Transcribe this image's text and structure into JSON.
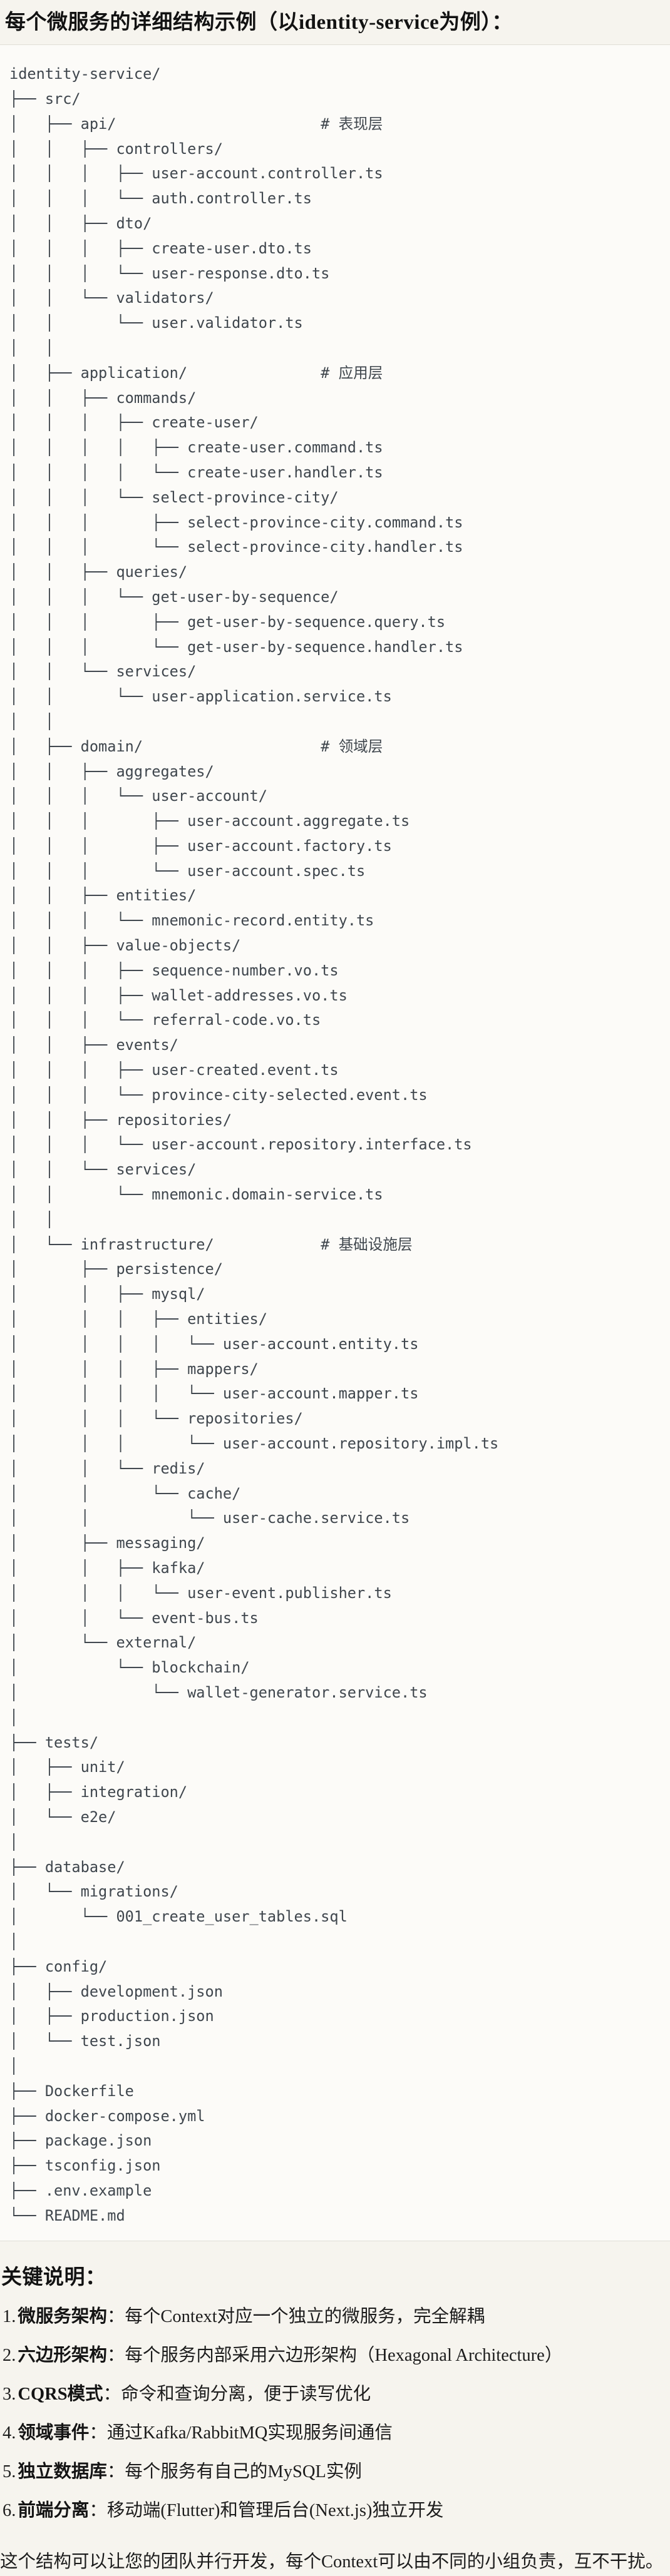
{
  "page": {
    "title": "每个微服务的详细结构示例（以identity-service为例）："
  },
  "colors": {
    "page_background": "#f6f4ee",
    "code_background": "#fcfbf8",
    "code_border": "#e0ded7",
    "code_text": "#3f464d",
    "body_text": "#1c1c1c"
  },
  "code_block": {
    "language": "text",
    "lines": [
      "identity-service/",
      "├── src/",
      "│   ├── api/                       # 表现层",
      "│   │   ├── controllers/",
      "│   │   │   ├── user-account.controller.ts",
      "│   │   │   └── auth.controller.ts",
      "│   │   ├── dto/",
      "│   │   │   ├── create-user.dto.ts",
      "│   │   │   └── user-response.dto.ts",
      "│   │   └── validators/",
      "│   │       └── user.validator.ts",
      "│   │",
      "│   ├── application/               # 应用层",
      "│   │   ├── commands/",
      "│   │   │   ├── create-user/",
      "│   │   │   │   ├── create-user.command.ts",
      "│   │   │   │   └── create-user.handler.ts",
      "│   │   │   └── select-province-city/",
      "│   │   │       ├── select-province-city.command.ts",
      "│   │   │       └── select-province-city.handler.ts",
      "│   │   ├── queries/",
      "│   │   │   └── get-user-by-sequence/",
      "│   │   │       ├── get-user-by-sequence.query.ts",
      "│   │   │       └── get-user-by-sequence.handler.ts",
      "│   │   └── services/",
      "│   │       └── user-application.service.ts",
      "│   │",
      "│   ├── domain/                    # 领域层",
      "│   │   ├── aggregates/",
      "│   │   │   └── user-account/",
      "│   │   │       ├── user-account.aggregate.ts",
      "│   │   │       ├── user-account.factory.ts",
      "│   │   │       └── user-account.spec.ts",
      "│   │   ├── entities/",
      "│   │   │   └── mnemonic-record.entity.ts",
      "│   │   ├── value-objects/",
      "│   │   │   ├── sequence-number.vo.ts",
      "│   │   │   ├── wallet-addresses.vo.ts",
      "│   │   │   └── referral-code.vo.ts",
      "│   │   ├── events/",
      "│   │   │   ├── user-created.event.ts",
      "│   │   │   └── province-city-selected.event.ts",
      "│   │   ├── repositories/",
      "│   │   │   └── user-account.repository.interface.ts",
      "│   │   └── services/",
      "│   │       └── mnemonic.domain-service.ts",
      "│   │",
      "│   └── infrastructure/            # 基础设施层",
      "│       ├── persistence/",
      "│       │   ├── mysql/",
      "│       │   │   ├── entities/",
      "│       │   │   │   └── user-account.entity.ts",
      "│       │   │   ├── mappers/",
      "│       │   │   │   └── user-account.mapper.ts",
      "│       │   │   └── repositories/",
      "│       │   │       └── user-account.repository.impl.ts",
      "│       │   └── redis/",
      "│       │       └── cache/",
      "│       │           └── user-cache.service.ts",
      "│       ├── messaging/",
      "│       │   ├── kafka/",
      "│       │   │   └── user-event.publisher.ts",
      "│       │   └── event-bus.ts",
      "│       └── external/",
      "│           └── blockchain/",
      "│               └── wallet-generator.service.ts",
      "│",
      "├── tests/",
      "│   ├── unit/",
      "│   ├── integration/",
      "│   └── e2e/",
      "│",
      "├── database/",
      "│   └── migrations/",
      "│       └── 001_create_user_tables.sql",
      "│",
      "├── config/",
      "│   ├── development.json",
      "│   ├── production.json",
      "│   └── test.json",
      "│",
      "├── Dockerfile",
      "├── docker-compose.yml",
      "├── package.json",
      "├── tsconfig.json",
      "├── .env.example",
      "└── README.md"
    ]
  },
  "notes": {
    "heading": "关键说明：",
    "items": [
      {
        "num": "1.",
        "label": "微服务架构",
        "sep": "：",
        "text": "每个Context对应一个独立的微服务，完全解耦"
      },
      {
        "num": "2.",
        "label": "六边形架构",
        "sep": "：",
        "text": "每个服务内部采用六边形架构（Hexagonal Architecture）"
      },
      {
        "num": "3.",
        "label": "CQRS模式",
        "sep": "：",
        "text": "命令和查询分离，便于读写优化"
      },
      {
        "num": "4.",
        "label": "领域事件",
        "sep": "：",
        "text": "通过Kafka/RabbitMQ实现服务间通信"
      },
      {
        "num": "5.",
        "label": "独立数据库",
        "sep": "：",
        "text": "每个服务有自己的MySQL实例"
      },
      {
        "num": "6.",
        "label": "前端分离",
        "sep": "：",
        "text": "移动端(Flutter)和管理后台(Next.js)独立开发"
      }
    ],
    "footer": "这个结构可以让您的团队并行开发，每个Context可以由不同的小组负责，互不干扰。"
  }
}
